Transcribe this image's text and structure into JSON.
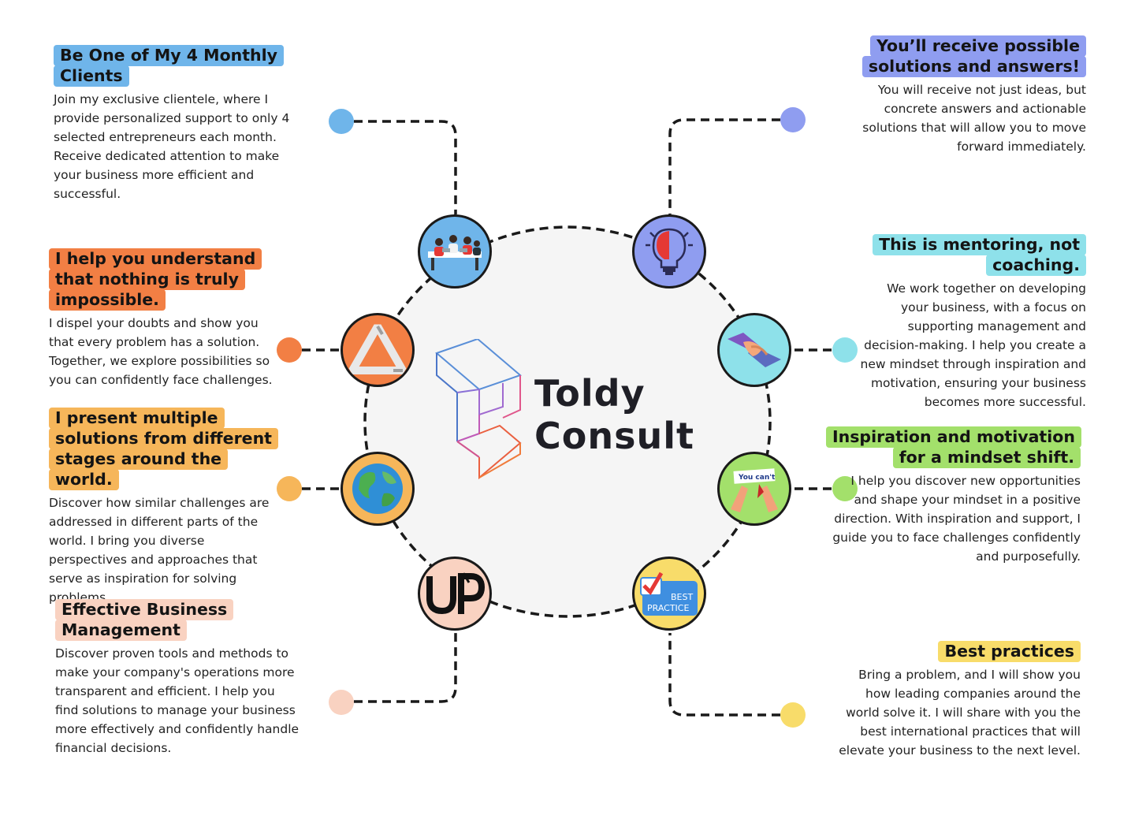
{
  "center": {
    "brand_line1": "Toldy",
    "brand_line2": "Consult"
  },
  "colors": {
    "blue": "#6fb5ea",
    "orange": "#f27f44",
    "gold": "#f6b65a",
    "peach": "#f9d2c1",
    "periwinkle": "#8f9df0",
    "cyan": "#8ee1ea",
    "green": "#a3e06b",
    "yellow": "#f8dc6a"
  },
  "left_items": [
    {
      "title": "Be One of My 4 Monthly Clients",
      "icon": "team-meeting-icon",
      "body": "Join my exclusive clientele, where I provide personalized support to only 4 selected entrepreneurs each month. Receive dedicated attention to make your business more efficient and successful."
    },
    {
      "title": "I help you understand that nothing is truly impossible.",
      "icon": "impossible-triangle-icon",
      "body": "I dispel your doubts and show you that every problem has a solution. Together, we explore possibilities so you can confidently face challenges."
    },
    {
      "title": "I present multiple solutions from different stages around the world.",
      "icon": "globe-icon",
      "body": "Discover how similar challenges are addressed in different parts of the world. I bring you diverse perspectives and approaches that serve as inspiration for solving problems."
    },
    {
      "title": "Effective Business Management",
      "icon": "up-arrow-logo-icon",
      "body": "Discover proven tools and methods to make your company's operations more transparent and efficient. I help you find solutions to manage your business more effectively and confidently handle financial decisions."
    }
  ],
  "right_items": [
    {
      "title": "You’ll receive possible solutions and answers!",
      "icon": "brain-lightbulb-icon",
      "body": "You will receive not just ideas, but concrete answers and actionable solutions that will allow you to move forward immediately."
    },
    {
      "title": "This is mentoring, not coaching.",
      "icon": "handshake-icon",
      "body": "We work together on developing your business, with a focus on supporting management and decision-making. I help you create a new mindset through inspiration and motivation, ensuring your business becomes more successful."
    },
    {
      "title": "Inspiration and motivation for a mindset shift.",
      "icon": "you-can-sign-icon",
      "icon_text": "You can't",
      "body": "I help you discover new opportunities and shape your mindset in a positive direction. With inspiration and support, I guide you to face challenges confidently and purposefully."
    },
    {
      "title": "Best practices",
      "icon": "best-practice-badge-icon",
      "icon_text_1": "BEST",
      "icon_text_2": "PRACTICE",
      "body": "Bring a problem, and I will show you how leading companies around the world solve it. I will share with you the best international practices that will elevate your business to the next level."
    }
  ]
}
